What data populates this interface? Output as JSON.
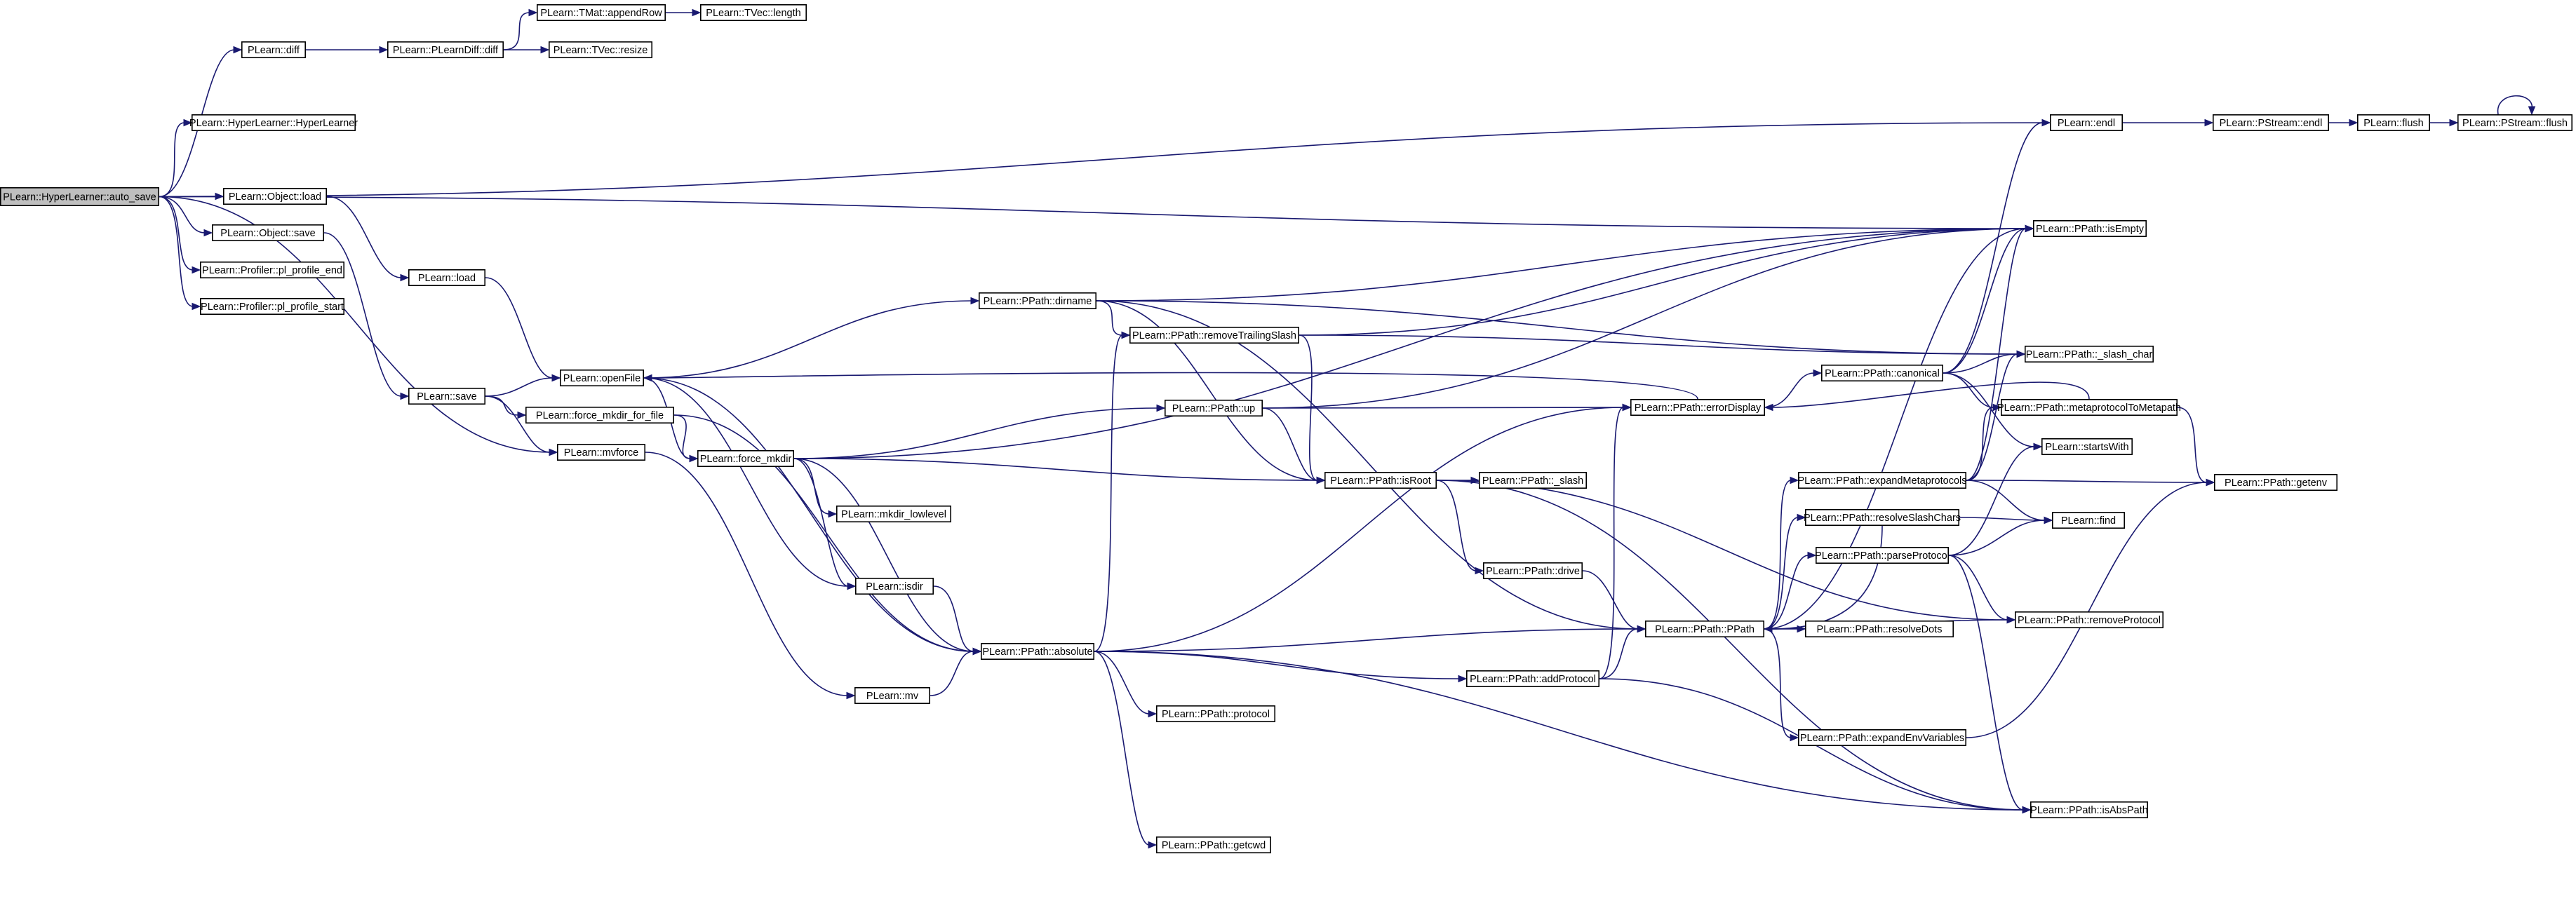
{
  "nodes": [
    {
      "id": "auto_save",
      "label": "PLearn::HyperLearner::auto_save",
      "root": true
    },
    {
      "id": "diff",
      "label": "PLearn::diff"
    },
    {
      "id": "plearndiff",
      "label": "PLearn::PLearnDiff::diff"
    },
    {
      "id": "appendrow",
      "label": "PLearn::TMat::appendRow"
    },
    {
      "id": "tveclength",
      "label": "PLearn::TVec::length"
    },
    {
      "id": "tvecresize",
      "label": "PLearn::TVec::resize"
    },
    {
      "id": "hyperlearner",
      "label": "PLearn::HyperLearner::HyperLearner"
    },
    {
      "id": "objload",
      "label": "PLearn::Object::load"
    },
    {
      "id": "objsave",
      "label": "PLearn::Object::save"
    },
    {
      "id": "profend",
      "label": "PLearn::Profiler::pl_profile_end"
    },
    {
      "id": "profstart",
      "label": "PLearn::Profiler::pl_profile_start"
    },
    {
      "id": "load",
      "label": "PLearn::load"
    },
    {
      "id": "save",
      "label": "PLearn::save"
    },
    {
      "id": "openfile",
      "label": "PLearn::openFile"
    },
    {
      "id": "forcemkdirfile",
      "label": "PLearn::force_mkdir_for_file"
    },
    {
      "id": "mvforce",
      "label": "PLearn::mvforce"
    },
    {
      "id": "forcemkdir",
      "label": "PLearn::force_mkdir"
    },
    {
      "id": "mkdirlow",
      "label": "PLearn::mkdir_lowlevel"
    },
    {
      "id": "isdir",
      "label": "PLearn::isdir"
    },
    {
      "id": "absolute",
      "label": "PLearn::PPath::absolute"
    },
    {
      "id": "mv",
      "label": "PLearn::mv"
    },
    {
      "id": "protocol",
      "label": "PLearn::PPath::protocol"
    },
    {
      "id": "getcwd",
      "label": "PLearn::PPath::getcwd"
    },
    {
      "id": "dirname",
      "label": "PLearn::PPath::dirname"
    },
    {
      "id": "removetrailing",
      "label": "PLearn::PPath::removeTrailingSlash"
    },
    {
      "id": "up",
      "label": "PLearn::PPath::up"
    },
    {
      "id": "isroot",
      "label": "PLearn::PPath::isRoot"
    },
    {
      "id": "slash",
      "label": "PLearn::PPath::_slash"
    },
    {
      "id": "drive",
      "label": "PLearn::PPath::drive"
    },
    {
      "id": "addprotocol",
      "label": "PLearn::PPath::addProtocol"
    },
    {
      "id": "errordisplay",
      "label": "PLearn::PPath::errorDisplay"
    },
    {
      "id": "ppath",
      "label": "PLearn::PPath::PPath"
    },
    {
      "id": "canonical",
      "label": "PLearn::PPath::canonical",
      "red": true
    },
    {
      "id": "expandmeta",
      "label": "PLearn::PPath::expandMetaprotocols"
    },
    {
      "id": "resolveslash",
      "label": "PLearn::PPath::resolveSlashChars",
      "red": true
    },
    {
      "id": "parseprotocol",
      "label": "PLearn::PPath::parseProtocol"
    },
    {
      "id": "resolvedots",
      "label": "PLearn::PPath::resolveDots",
      "red": true
    },
    {
      "id": "expandenv",
      "label": "PLearn::PPath::expandEnvVariables"
    },
    {
      "id": "endl",
      "label": "PLearn::endl"
    },
    {
      "id": "pstreamendl",
      "label": "PLearn::PStream::endl"
    },
    {
      "id": "flush",
      "label": "PLearn::flush"
    },
    {
      "id": "pstreamflush",
      "label": "PLearn::PStream::flush"
    },
    {
      "id": "isempty",
      "label": "PLearn::PPath::isEmpty"
    },
    {
      "id": "slashchar",
      "label": "PLearn::PPath::_slash_char"
    },
    {
      "id": "metaproto",
      "label": "PLearn::PPath::metaprotocolToMetapath",
      "red": true
    },
    {
      "id": "startswith",
      "label": "PLearn::startsWith"
    },
    {
      "id": "getenv",
      "label": "PLearn::PPath::getenv"
    },
    {
      "id": "find",
      "label": "PLearn::find"
    },
    {
      "id": "removeprotocol",
      "label": "PLearn::PPath::removeProtocol"
    },
    {
      "id": "isabspath",
      "label": "PLearn::PPath::isAbsPath"
    }
  ],
  "edges": [
    [
      "auto_save",
      "diff"
    ],
    [
      "auto_save",
      "hyperlearner"
    ],
    [
      "auto_save",
      "objload"
    ],
    [
      "auto_save",
      "objsave"
    ],
    [
      "auto_save",
      "profend"
    ],
    [
      "auto_save",
      "profstart"
    ],
    [
      "auto_save",
      "mvforce"
    ],
    [
      "auto_save",
      "endl"
    ],
    [
      "auto_save",
      "isempty"
    ],
    [
      "diff",
      "plearndiff"
    ],
    [
      "plearndiff",
      "appendrow"
    ],
    [
      "plearndiff",
      "tvecresize"
    ],
    [
      "appendrow",
      "tveclength"
    ],
    [
      "objload",
      "load"
    ],
    [
      "objsave",
      "save"
    ],
    [
      "load",
      "openfile"
    ],
    [
      "save",
      "openfile"
    ],
    [
      "save",
      "forcemkdirfile"
    ],
    [
      "save",
      "mvforce"
    ],
    [
      "openfile",
      "dirname"
    ],
    [
      "openfile",
      "forcemkdir"
    ],
    [
      "openfile",
      "isdir"
    ],
    [
      "openfile",
      "absolute"
    ],
    [
      "forcemkdirfile",
      "forcemkdir"
    ],
    [
      "forcemkdirfile",
      "absolute"
    ],
    [
      "mvforce",
      "mv"
    ],
    [
      "forcemkdir",
      "up"
    ],
    [
      "forcemkdir",
      "isroot"
    ],
    [
      "forcemkdir",
      "mkdirlow"
    ],
    [
      "forcemkdir",
      "isdir"
    ],
    [
      "forcemkdir",
      "absolute"
    ],
    [
      "forcemkdir",
      "isempty"
    ],
    [
      "isdir",
      "absolute"
    ],
    [
      "mv",
      "absolute"
    ],
    [
      "absolute",
      "removetrailing"
    ],
    [
      "absolute",
      "ppath"
    ],
    [
      "absolute",
      "addprotocol"
    ],
    [
      "absolute",
      "protocol"
    ],
    [
      "absolute",
      "getcwd"
    ],
    [
      "absolute",
      "isabspath"
    ],
    [
      "absolute",
      "errordisplay"
    ],
    [
      "dirname",
      "removetrailing"
    ],
    [
      "dirname",
      "isroot"
    ],
    [
      "dirname",
      "ppath"
    ],
    [
      "dirname",
      "isempty"
    ],
    [
      "dirname",
      "slashchar"
    ],
    [
      "removetrailing",
      "isroot"
    ],
    [
      "removetrailing",
      "isempty"
    ],
    [
      "removetrailing",
      "slashchar"
    ],
    [
      "up",
      "isroot"
    ],
    [
      "up",
      "errordisplay"
    ],
    [
      "up",
      "isempty"
    ],
    [
      "isroot",
      "slash"
    ],
    [
      "isroot",
      "drive"
    ],
    [
      "isroot",
      "removeprotocol"
    ],
    [
      "isroot",
      "isabspath"
    ],
    [
      "drive",
      "ppath"
    ],
    [
      "addprotocol",
      "ppath"
    ],
    [
      "addprotocol",
      "errordisplay"
    ],
    [
      "addprotocol",
      "isabspath"
    ],
    [
      "errordisplay",
      "canonical"
    ],
    [
      "errordisplay",
      "openfile"
    ],
    [
      "ppath",
      "expandmeta"
    ],
    [
      "ppath",
      "resolveslash"
    ],
    [
      "ppath",
      "parseprotocol"
    ],
    [
      "ppath",
      "resolvedots"
    ],
    [
      "ppath",
      "expandenv"
    ],
    [
      "ppath",
      "isempty"
    ],
    [
      "ppath",
      "removeprotocol"
    ],
    [
      "canonical",
      "endl"
    ],
    [
      "canonical",
      "isempty"
    ],
    [
      "canonical",
      "slashchar"
    ],
    [
      "canonical",
      "metaproto"
    ],
    [
      "canonical",
      "startswith"
    ],
    [
      "expandmeta",
      "isempty"
    ],
    [
      "expandmeta",
      "slashchar"
    ],
    [
      "expandmeta",
      "metaproto"
    ],
    [
      "expandmeta",
      "getenv"
    ],
    [
      "expandmeta",
      "find"
    ],
    [
      "resolveslash",
      "find"
    ],
    [
      "resolveslash",
      "ppath"
    ],
    [
      "parseprotocol",
      "startswith"
    ],
    [
      "parseprotocol",
      "find"
    ],
    [
      "parseprotocol",
      "removeprotocol"
    ],
    [
      "parseprotocol",
      "isabspath"
    ],
    [
      "expandenv",
      "getenv"
    ],
    [
      "metaproto",
      "errordisplay"
    ],
    [
      "metaproto",
      "getenv"
    ],
    [
      "endl",
      "pstreamendl"
    ],
    [
      "pstreamendl",
      "flush"
    ],
    [
      "flush",
      "pstreamflush"
    ],
    [
      "pstreamflush",
      "pstreamflush"
    ]
  ]
}
